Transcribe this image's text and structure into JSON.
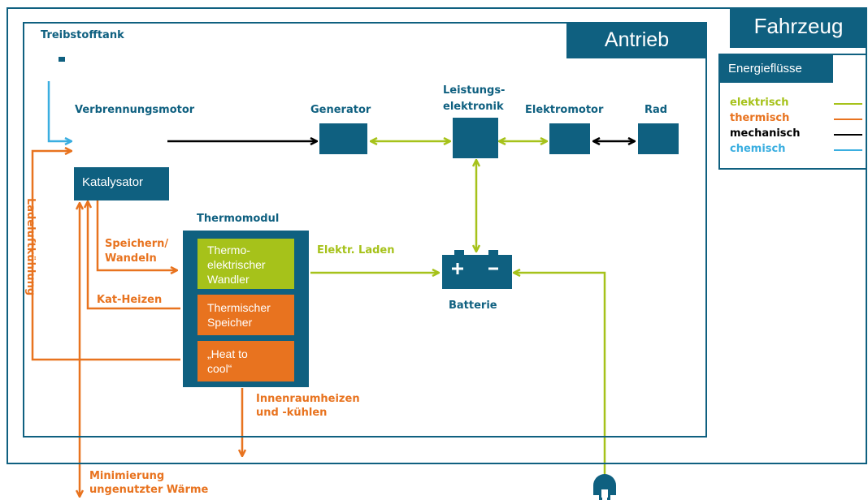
{
  "colors": {
    "primary": "#0f6080",
    "electric": "#a6c21a",
    "thermal": "#e8731f",
    "mechanical": "#000000",
    "chemical": "#3aaee0"
  },
  "vehicle_label": "Fahrzeug",
  "drive_label": "Antrieb",
  "legend": {
    "title": "Energieflüsse",
    "items": [
      {
        "label": "elektrisch",
        "color": "#a6c21a"
      },
      {
        "label": "thermisch",
        "color": "#e8731f"
      },
      {
        "label": "mechanisch",
        "color": "#000000"
      },
      {
        "label": "chemisch",
        "color": "#3aaee0"
      }
    ]
  },
  "components": {
    "fuel_tank": "Treibstofftank",
    "engine": "Verbrennungsmotor",
    "catalyst": "Katalysator",
    "generator": "Generator",
    "power_electronics": [
      "Leistungs-",
      "elektronik"
    ],
    "electric_motor": "Elektromotor",
    "wheel": "Rad",
    "battery": "Batterie",
    "thermo_module": {
      "title": "Thermomodul",
      "modules": [
        {
          "lines": [
            "Thermo-",
            "elektrischer",
            "Wandler"
          ]
        },
        {
          "lines": [
            "Thermischer",
            "Speicher"
          ]
        },
        {
          "lines": [
            "„Heat to",
            "cool“"
          ]
        }
      ]
    }
  },
  "flows": {
    "charge_air_cooling": "Ladeluftkühlung",
    "store_convert": [
      "Speichern/",
      "Wandeln"
    ],
    "cat_heating": "Kat-Heizen",
    "elec_charging": "Elektr. Laden",
    "cabin": [
      "Innenraumheizen",
      "und -kühlen"
    ],
    "waste_heat": [
      "Minimierung",
      "ungenutzter Wärme"
    ]
  }
}
